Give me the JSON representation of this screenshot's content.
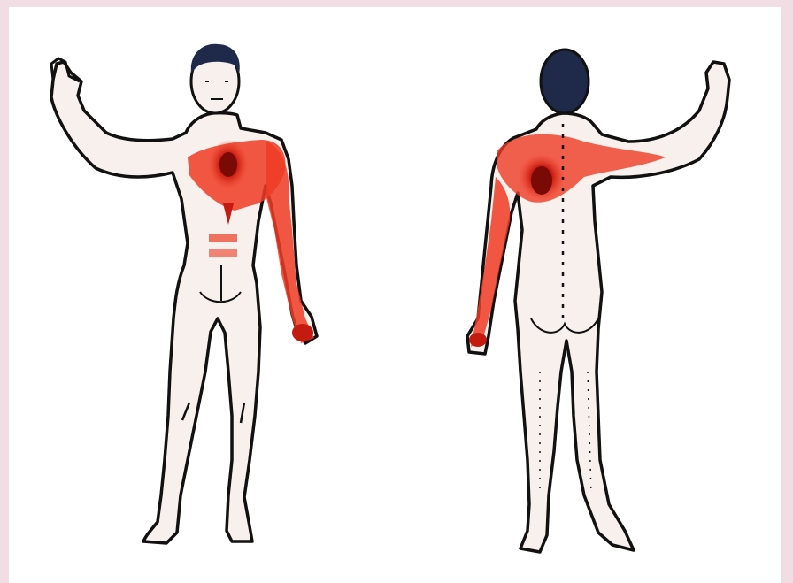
{
  "colors": {
    "background_frame": "#f3dde4",
    "panel": "#ffffff",
    "skin": "#f7f0ec",
    "outline": "#111111",
    "hair": "#1f2a4a",
    "pain_dark": "#c41a10",
    "pain_light": "#ee3b24"
  },
  "figures": [
    {
      "view": "front",
      "highlight": "chest-left-shoulder-left-arm",
      "icon": "human-front-figure"
    },
    {
      "view": "back",
      "highlight": "upper-back-left-shoulder-left-arm",
      "icon": "human-back-figure"
    }
  ]
}
